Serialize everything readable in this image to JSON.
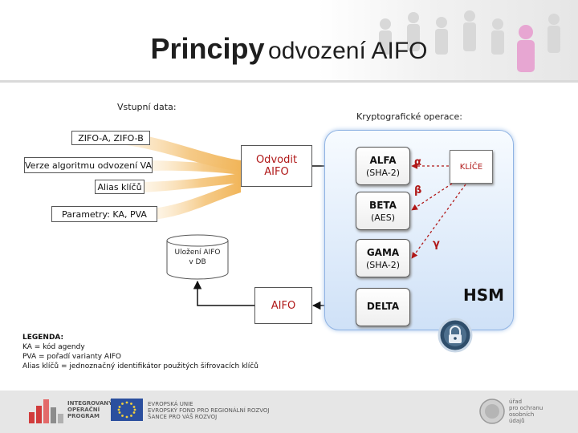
{
  "title": {
    "part1": "Principy",
    "part2": "odvození AIFO"
  },
  "labels": {
    "input_data": "Vstupní data:",
    "crypto_ops": "Kryptografické operace:"
  },
  "inputs": {
    "zifo": "ZIFO-A, ZIFO-B",
    "version": "Verze algoritmu odvození VA",
    "alias": "Alias klíčů",
    "params": "Parametry: KA, PVA"
  },
  "derive_box": {
    "line1": "Odvodit",
    "line2": "AIFO"
  },
  "db": {
    "line1": "Uložení AIFO",
    "line2": "v DB"
  },
  "aifo_box": "AIFO",
  "ops": {
    "alfa": {
      "name": "ALFA",
      "sub": "(SHA-2)"
    },
    "beta": {
      "name": "BETA",
      "sub": "(AES)"
    },
    "gama": {
      "name": "GAMA",
      "sub": "(SHA-2)"
    },
    "delta": {
      "name": "DELTA"
    }
  },
  "keys": "KLÍČE",
  "greek": {
    "alpha": "α",
    "beta": "β",
    "gamma": "γ"
  },
  "hsm": "HSM",
  "legend": {
    "heading": "LEGENDA:",
    "ka": "KA = kód agendy",
    "pva": "PVA = pořadí varianty AIFO",
    "alias": "Alias klíčů = jednoznačný identifikátor použitých šifrovacích klíčů"
  },
  "footer": {
    "iop": [
      "INTEGROVANÝ",
      "OPERAČNÍ",
      "PROGRAM"
    ],
    "eu": [
      "EVROPSKÁ UNIE",
      "EVROPSKÝ FOND PRO REGIONÁLNÍ ROZVOJ",
      "ŠANCE PRO VÁŠ ROZVOJ"
    ],
    "office": [
      "úřad",
      "pro ochranu",
      "osobních",
      "údajů"
    ]
  },
  "colors": {
    "accent_red": "#b01818",
    "hsm_panel": "#cfe1f7",
    "arrow_fan": "#f4c47a"
  }
}
